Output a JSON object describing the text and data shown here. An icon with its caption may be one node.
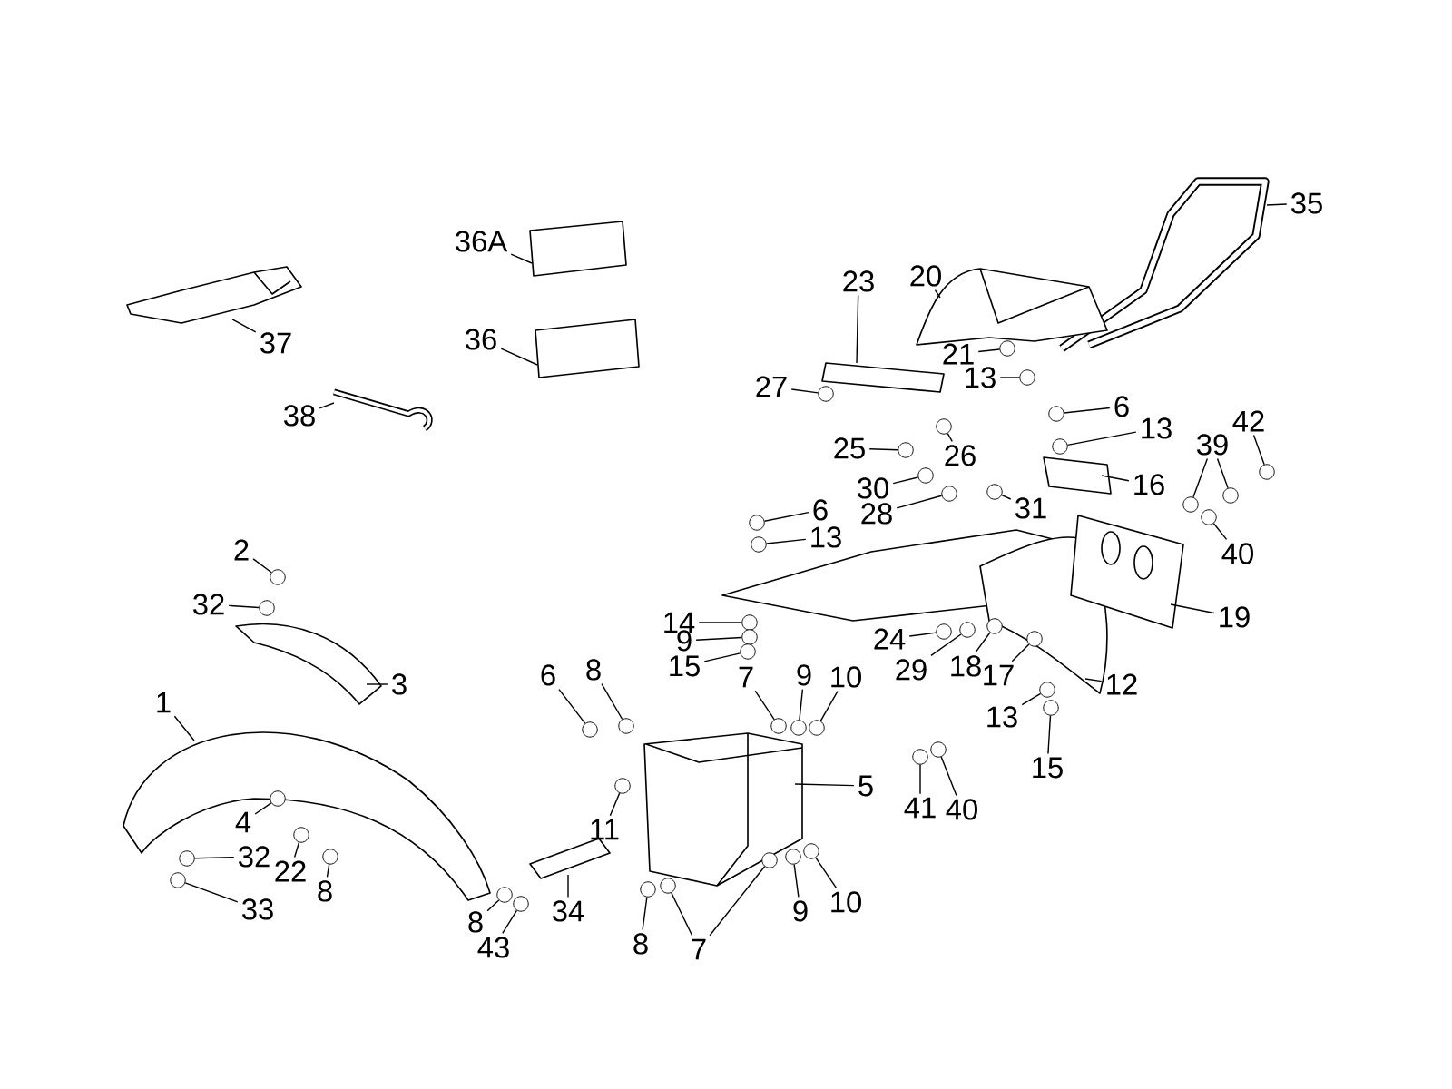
{
  "diagram": {
    "nodes": [
      {
        "text": [
          "36A"
        ]
      },
      {
        "text": [
          "37"
        ]
      },
      {
        "text": [
          "36"
        ]
      },
      {
        "text": [
          "38"
        ]
      },
      {
        "text": [
          "23"
        ]
      },
      {
        "text": [
          "20"
        ]
      },
      {
        "text": [
          "35"
        ]
      },
      {
        "text": [
          "21"
        ]
      },
      {
        "text": [
          "13"
        ]
      },
      {
        "text": [
          "27"
        ]
      },
      {
        "text": [
          "6"
        ]
      },
      {
        "text": [
          "13"
        ]
      },
      {
        "text": [
          "25"
        ]
      },
      {
        "text": [
          "26"
        ]
      },
      {
        "text": [
          "42"
        ]
      },
      {
        "text": [
          "39"
        ]
      },
      {
        "text": [
          "16"
        ]
      },
      {
        "text": [
          "30"
        ]
      },
      {
        "text": [
          "28"
        ]
      },
      {
        "text": [
          "31"
        ]
      },
      {
        "text": [
          "40"
        ]
      },
      {
        "text": [
          "6"
        ]
      },
      {
        "text": [
          "13"
        ]
      },
      {
        "text": [
          "2"
        ]
      },
      {
        "text": [
          "32"
        ]
      },
      {
        "text": [
          "3"
        ]
      },
      {
        "text": [
          "19"
        ]
      },
      {
        "text": [
          "14"
        ]
      },
      {
        "text": [
          "9"
        ]
      },
      {
        "text": [
          "15"
        ]
      },
      {
        "text": [
          "24"
        ]
      },
      {
        "text": [
          "29"
        ]
      },
      {
        "text": [
          "18"
        ]
      },
      {
        "text": [
          "17"
        ]
      },
      {
        "text": [
          "12"
        ]
      },
      {
        "text": [
          "1"
        ]
      },
      {
        "text": [
          "6"
        ]
      },
      {
        "text": [
          "8"
        ]
      },
      {
        "text": [
          "7"
        ]
      },
      {
        "text": [
          "9"
        ]
      },
      {
        "text": [
          "10"
        ]
      },
      {
        "text": [
          "13"
        ]
      },
      {
        "text": [
          "5"
        ]
      },
      {
        "text": [
          "15"
        ]
      },
      {
        "text": [
          "4"
        ]
      },
      {
        "text": [
          "11"
        ]
      },
      {
        "text": [
          "32"
        ]
      },
      {
        "text": [
          "22"
        ]
      },
      {
        "text": [
          "8"
        ]
      },
      {
        "text": [
          "41"
        ]
      },
      {
        "text": [
          "40"
        ]
      },
      {
        "text": [
          "33"
        ]
      },
      {
        "text": [
          "34"
        ]
      },
      {
        "text": [
          "8"
        ]
      },
      {
        "text": [
          "43"
        ]
      },
      {
        "text": [
          "8"
        ]
      },
      {
        "text": [
          "7"
        ]
      },
      {
        "text": [
          "9"
        ]
      },
      {
        "text": [
          "10"
        ]
      },
      {
        "text": [],
        "shape": "circle"
      },
      {
        "text": [],
        "shape": "circle"
      },
      {
        "text": [],
        "shape": "circle"
      },
      {
        "text": [],
        "shape": "circle"
      },
      {
        "text": [],
        "shape": "circle"
      },
      {
        "text": [],
        "shape": "circle"
      },
      {
        "text": [],
        "shape": "circle"
      },
      {
        "text": [],
        "shape": "circle"
      },
      {
        "text": [],
        "shape": "circle"
      },
      {
        "text": [],
        "shape": "circle"
      },
      {
        "text": [],
        "shape": "circle"
      },
      {
        "text": [],
        "shape": "circle"
      },
      {
        "text": [],
        "shape": "circle"
      },
      {
        "text": [],
        "shape": "circle"
      },
      {
        "text": [],
        "shape": "circle"
      },
      {
        "text": [],
        "shape": "circle"
      },
      {
        "text": [],
        "shape": "circle"
      },
      {
        "text": [],
        "shape": "circle"
      },
      {
        "text": [],
        "shape": "circle"
      },
      {
        "text": [],
        "shape": "circle"
      },
      {
        "text": [],
        "shape": "circle"
      },
      {
        "text": [],
        "shape": "circle"
      },
      {
        "text": [],
        "shape": "circle"
      },
      {
        "text": [],
        "shape": "circle"
      },
      {
        "text": [],
        "shape": "circle"
      },
      {
        "text": [],
        "shape": "circle"
      },
      {
        "text": [],
        "shape": "circle"
      },
      {
        "text": [],
        "shape": "circle"
      },
      {
        "text": [],
        "shape": "circle"
      },
      {
        "text": [],
        "shape": "circle"
      },
      {
        "text": [],
        "shape": "circle"
      },
      {
        "text": [],
        "shape": "circle"
      },
      {
        "text": [],
        "shape": "circle"
      },
      {
        "text": [],
        "shape": "circle"
      },
      {
        "text": [],
        "shape": "circle"
      },
      {
        "text": [],
        "shape": "circle"
      },
      {
        "text": [],
        "shape": "circle"
      },
      {
        "text": [],
        "shape": "circle"
      },
      {
        "text": [],
        "shape": "circle"
      },
      {
        "text": [],
        "shape": "circle"
      },
      {
        "text": [],
        "shape": "circle"
      },
      {
        "text": [],
        "shape": "circle"
      },
      {
        "text": [],
        "shape": "circle"
      },
      {
        "text": [],
        "shape": "circle"
      },
      {
        "text": [],
        "shape": "circle"
      },
      {
        "text": [],
        "shape": "circle"
      },
      {
        "text": [],
        "shape": "circle"
      }
    ],
    "edges": [
      {
        "from": 0,
        "to": null,
        "arrow": "none"
      },
      {
        "from": 1,
        "to": null,
        "arrow": "none"
      },
      {
        "from": 2,
        "to": null,
        "arrow": "none"
      },
      {
        "from": 3,
        "to": null,
        "arrow": "none"
      },
      {
        "from": 4,
        "to": null,
        "arrow": "none"
      },
      {
        "from": 5,
        "to": null,
        "arrow": "none"
      },
      {
        "from": 6,
        "to": null,
        "arrow": "none"
      },
      {
        "from": 7,
        "to": 59,
        "arrow": "none"
      },
      {
        "from": 8,
        "to": 60,
        "arrow": "none"
      },
      {
        "from": 9,
        "to": 61,
        "arrow": "none"
      },
      {
        "from": 10,
        "to": 62,
        "arrow": "none"
      },
      {
        "from": 11,
        "to": 63,
        "arrow": "none"
      },
      {
        "from": 12,
        "to": 64,
        "arrow": "none"
      },
      {
        "from": 13,
        "to": 65,
        "arrow": "none"
      },
      {
        "from": 14,
        "to": 66,
        "arrow": "none"
      },
      {
        "from": 15,
        "to": 67,
        "arrow": "none"
      },
      {
        "from": 15,
        "to": 68,
        "arrow": "none"
      },
      {
        "from": 16,
        "to": null,
        "arrow": "none"
      },
      {
        "from": 17,
        "to": 69,
        "arrow": "none"
      },
      {
        "from": 18,
        "to": 70,
        "arrow": "none"
      },
      {
        "from": 19,
        "to": 71,
        "arrow": "none"
      },
      {
        "from": 20,
        "to": 72,
        "arrow": "none"
      },
      {
        "from": 21,
        "to": 73,
        "arrow": "none"
      },
      {
        "from": 22,
        "to": 74,
        "arrow": "none"
      },
      {
        "from": 23,
        "to": 75,
        "arrow": "none"
      },
      {
        "from": 24,
        "to": 76,
        "arrow": "none"
      },
      {
        "from": 25,
        "to": null,
        "arrow": "none"
      },
      {
        "from": 26,
        "to": null,
        "arrow": "none"
      },
      {
        "from": 27,
        "to": 77,
        "arrow": "none"
      },
      {
        "from": 28,
        "to": 78,
        "arrow": "none"
      },
      {
        "from": 29,
        "to": 79,
        "arrow": "none"
      },
      {
        "from": 30,
        "to": 80,
        "arrow": "none"
      },
      {
        "from": 31,
        "to": 81,
        "arrow": "none"
      },
      {
        "from": 32,
        "to": 82,
        "arrow": "none"
      },
      {
        "from": 33,
        "to": 83,
        "arrow": "none"
      },
      {
        "from": 34,
        "to": null,
        "arrow": "none"
      },
      {
        "from": 35,
        "to": null,
        "arrow": "none"
      },
      {
        "from": 36,
        "to": 84,
        "arrow": "none"
      },
      {
        "from": 37,
        "to": 85,
        "arrow": "none"
      },
      {
        "from": 38,
        "to": 86,
        "arrow": "none"
      },
      {
        "from": 39,
        "to": 87,
        "arrow": "none"
      },
      {
        "from": 40,
        "to": 88,
        "arrow": "none"
      },
      {
        "from": 41,
        "to": 89,
        "arrow": "none"
      },
      {
        "from": 42,
        "to": null,
        "arrow": "none"
      },
      {
        "from": 43,
        "to": 90,
        "arrow": "none"
      },
      {
        "from": 44,
        "to": 91,
        "arrow": "none"
      },
      {
        "from": 45,
        "to": 92,
        "arrow": "none"
      },
      {
        "from": 46,
        "to": 93,
        "arrow": "none"
      },
      {
        "from": 47,
        "to": 94,
        "arrow": "none"
      },
      {
        "from": 48,
        "to": 95,
        "arrow": "none"
      },
      {
        "from": 49,
        "to": 96,
        "arrow": "none"
      },
      {
        "from": 50,
        "to": 97,
        "arrow": "none"
      },
      {
        "from": 51,
        "to": 98,
        "arrow": "none"
      },
      {
        "from": 52,
        "to": null,
        "arrow": "none"
      },
      {
        "from": 53,
        "to": 99,
        "arrow": "none"
      },
      {
        "from": 54,
        "to": 100,
        "arrow": "none"
      },
      {
        "from": 55,
        "to": 101,
        "arrow": "none"
      },
      {
        "from": 56,
        "to": 102,
        "arrow": "none"
      },
      {
        "from": 56,
        "to": 103,
        "arrow": "none"
      },
      {
        "from": 57,
        "to": 104,
        "arrow": "none"
      },
      {
        "from": 58,
        "to": 105,
        "arrow": "none"
      }
    ]
  }
}
